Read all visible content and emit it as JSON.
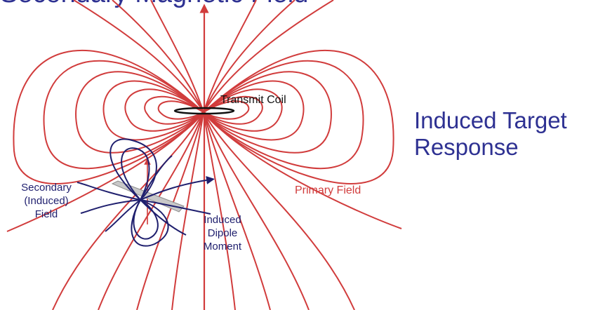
{
  "title_partial": "Secondary Magnetic Field",
  "side_title": {
    "line1": "Induced Target",
    "line2": "Response"
  },
  "labels": {
    "transmit_coil": "Transmit Coil",
    "primary_field": "Primary Field",
    "secondary_field": [
      "Secondary",
      "(Induced)",
      "Field"
    ],
    "dipole_moment": [
      "Induced",
      "Dipole",
      "Moment"
    ]
  },
  "colors": {
    "primary": "#d13c3c",
    "secondary": "#1f1f6e",
    "title": "#2e3192",
    "target_fill": "#c8c8c8"
  }
}
